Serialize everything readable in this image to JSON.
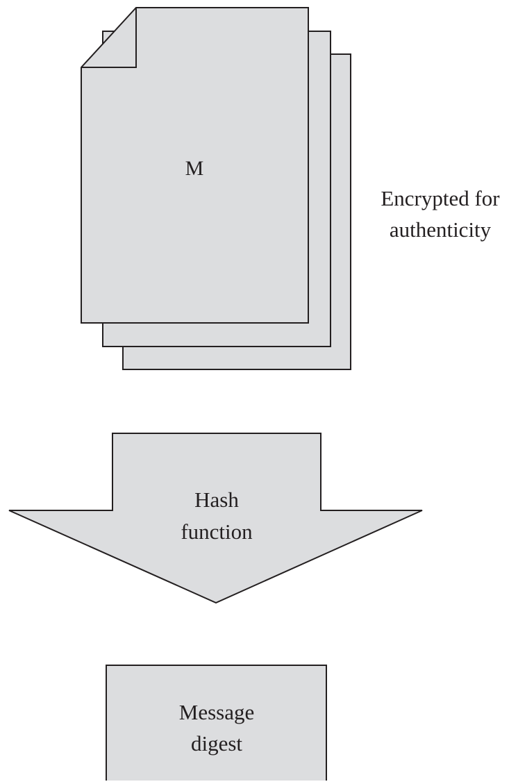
{
  "colors": {
    "fill": "#dcdddf",
    "stroke": "#231f20",
    "background": "#ffffff"
  },
  "document": {
    "label": "M"
  },
  "side_note": {
    "line1": "Encrypted for",
    "line2": "authenticity"
  },
  "hash_arrow": {
    "line1": "Hash",
    "line2": "function"
  },
  "digest_box": {
    "line1": "Message",
    "line2": "digest"
  }
}
